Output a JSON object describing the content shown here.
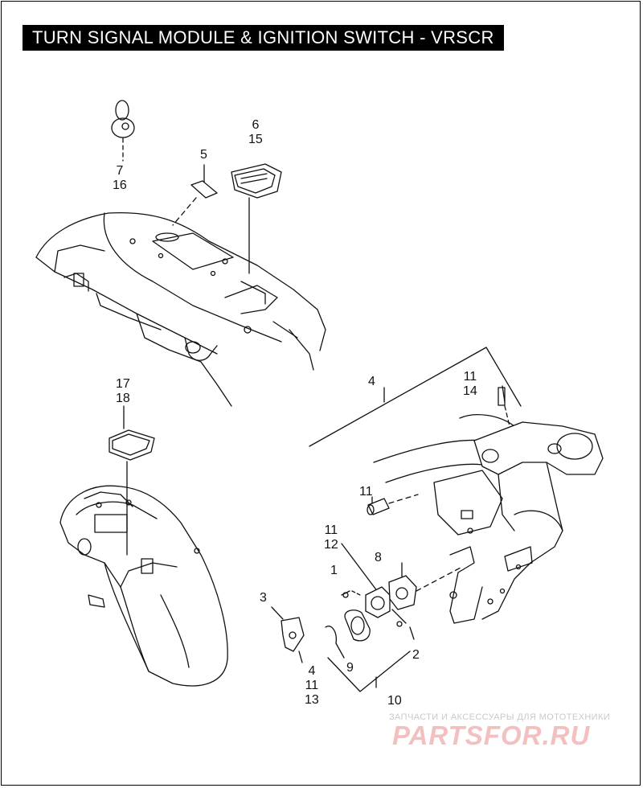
{
  "title": "TURN SIGNAL MODULE & IGNITION SWITCH - VRSCR",
  "callouts": {
    "c7_16": {
      "lines": [
        "7",
        "16"
      ]
    },
    "c5": {
      "lines": [
        "5"
      ]
    },
    "c6_15": {
      "lines": [
        "6",
        "15"
      ]
    },
    "c17_18": {
      "lines": [
        "17",
        "18"
      ]
    },
    "c4_top": {
      "lines": [
        "4"
      ]
    },
    "c11_14": {
      "lines": [
        "11",
        "14"
      ]
    },
    "c11_mid": {
      "lines": [
        "11"
      ]
    },
    "c11_12": {
      "lines": [
        "11",
        "12"
      ]
    },
    "c8": {
      "lines": [
        "8"
      ]
    },
    "c1": {
      "lines": [
        "1"
      ]
    },
    "c3": {
      "lines": [
        "3"
      ]
    },
    "c2": {
      "lines": [
        "2"
      ]
    },
    "c9": {
      "lines": [
        "9"
      ]
    },
    "c4_11_13": {
      "lines": [
        "4",
        "11",
        "13"
      ]
    },
    "c10": {
      "lines": [
        "10"
      ]
    }
  },
  "watermark": {
    "caption": "ЗАПЧАСТИ И АКСЕССУАРЫ ДЛЯ МОТОТЕХНИКИ",
    "logo": "PARTSFOR.RU",
    "logo_color": "#f3c0c0"
  }
}
